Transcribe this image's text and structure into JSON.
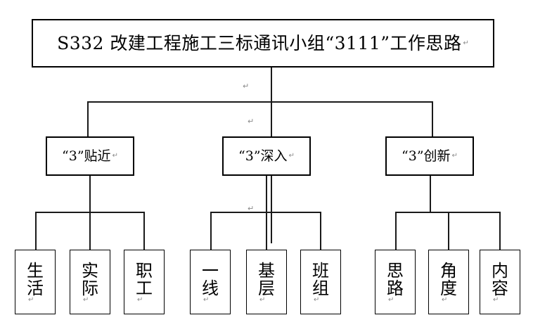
{
  "page": {
    "background_color": "#ffffff",
    "line_color": "#1a1a1a",
    "text_color": "#000000",
    "pilcrow_color": "#8a8a8a",
    "pilcrow_glyph": "↵"
  },
  "title": {
    "text": "S332 改建工程施工三标通讯小组“3111”工作思路",
    "pilcrow": "↵"
  },
  "level2": [
    {
      "id": "tiejin",
      "text": "“3”贴近",
      "pilcrow": "↵"
    },
    {
      "id": "shenru",
      "text": "“3”深入",
      "pilcrow": "↵"
    },
    {
      "id": "chuangxin",
      "text": "“3”创新",
      "pilcrow": "↵"
    }
  ],
  "leaves": [
    {
      "group": "tiejin",
      "text": "生活",
      "chars": [
        "生",
        "活"
      ],
      "pilcrow": "↵"
    },
    {
      "group": "tiejin",
      "text": "实际",
      "chars": [
        "实",
        "际"
      ],
      "pilcrow": "↵"
    },
    {
      "group": "tiejin",
      "text": "职工",
      "chars": [
        "职",
        "工"
      ],
      "pilcrow": "↵"
    },
    {
      "group": "shenru",
      "text": "一线",
      "chars": [
        "一",
        "线"
      ],
      "pilcrow": "↵"
    },
    {
      "group": "shenru",
      "text": "基层",
      "chars": [
        "基",
        "层"
      ],
      "pilcrow": "↵"
    },
    {
      "group": "shenru",
      "text": "班组",
      "chars": [
        "班",
        "组"
      ],
      "pilcrow": "↵"
    },
    {
      "group": "chuangxin",
      "text": "思路",
      "chars": [
        "思",
        "路"
      ],
      "pilcrow": "↵"
    },
    {
      "group": "chuangxin",
      "text": "角度",
      "chars": [
        "角",
        "度"
      ],
      "pilcrow": "↵"
    },
    {
      "group": "chuangxin",
      "text": "内容",
      "chars": [
        "内",
        "容"
      ],
      "pilcrow": "↵"
    }
  ],
  "floating_marks": [
    {
      "text": "↵"
    },
    {
      "text": "↵"
    },
    {
      "text": "↵"
    }
  ]
}
